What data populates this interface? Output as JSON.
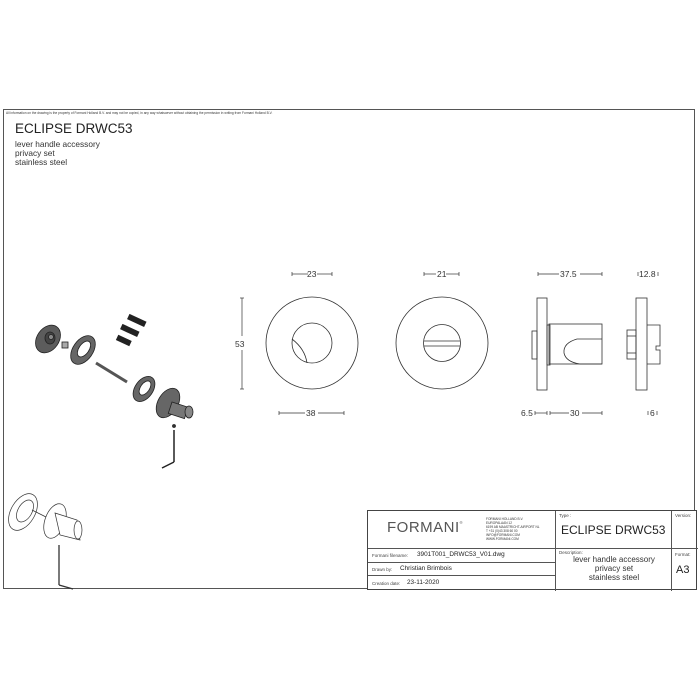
{
  "sheet": {
    "disclaimer": "All information on the drawing is the property of Formani Holland B.V. and may not be copied, in any way whatsoever without obtaining the permission in writing from Formani Holland B.V."
  },
  "header": {
    "title": "ECLIPSE DRWC53",
    "lines": [
      "lever handle accessory",
      "privacy set",
      "stainless steel"
    ]
  },
  "views": {
    "front_outside": {
      "dim_top": "23",
      "dim_bottom": "38",
      "dim_left": "53"
    },
    "front_inside": {
      "dim_top": "21"
    },
    "side_view": {
      "dim_top": "37.5",
      "dim_bottom_left": "6.5",
      "dim_bottom_right": "30"
    },
    "side_view_inside": {
      "dim_top": "12.8",
      "dim_bottom": "6"
    }
  },
  "title_block": {
    "brand": "FORMANI",
    "brand_mark": "®",
    "address": [
      "FORMANI HOLLAND B.V.",
      "EUROPALAAN 12",
      "6199 AB MAASTRICHT-AIRPORT NL",
      "T +31 (0)43 308 60 00",
      "INFO@FORMANI.COM",
      "WWW.FORMANI.COM"
    ],
    "filename_label": "Formani filename:",
    "filename_value": "3901T001_DRWC53_V01.dwg",
    "drawn_by_label": "Drawn by:",
    "drawn_by_value": "Christian Brimbois",
    "creation_date_label": "Creation date:",
    "creation_date_value": "23-11-2020",
    "type_label": "Type :",
    "type_value": "ECLIPSE DRWC53",
    "version_label": "Version:",
    "version_value": "",
    "description_label": "Description:",
    "description_lines": [
      "lever handle accessory",
      "privacy set",
      "stainless steel"
    ],
    "format_label": "Format:",
    "format_value": "A3"
  },
  "colors": {
    "line": "#333333",
    "frame": "#555555",
    "part_fill": "#6b6b6b"
  }
}
